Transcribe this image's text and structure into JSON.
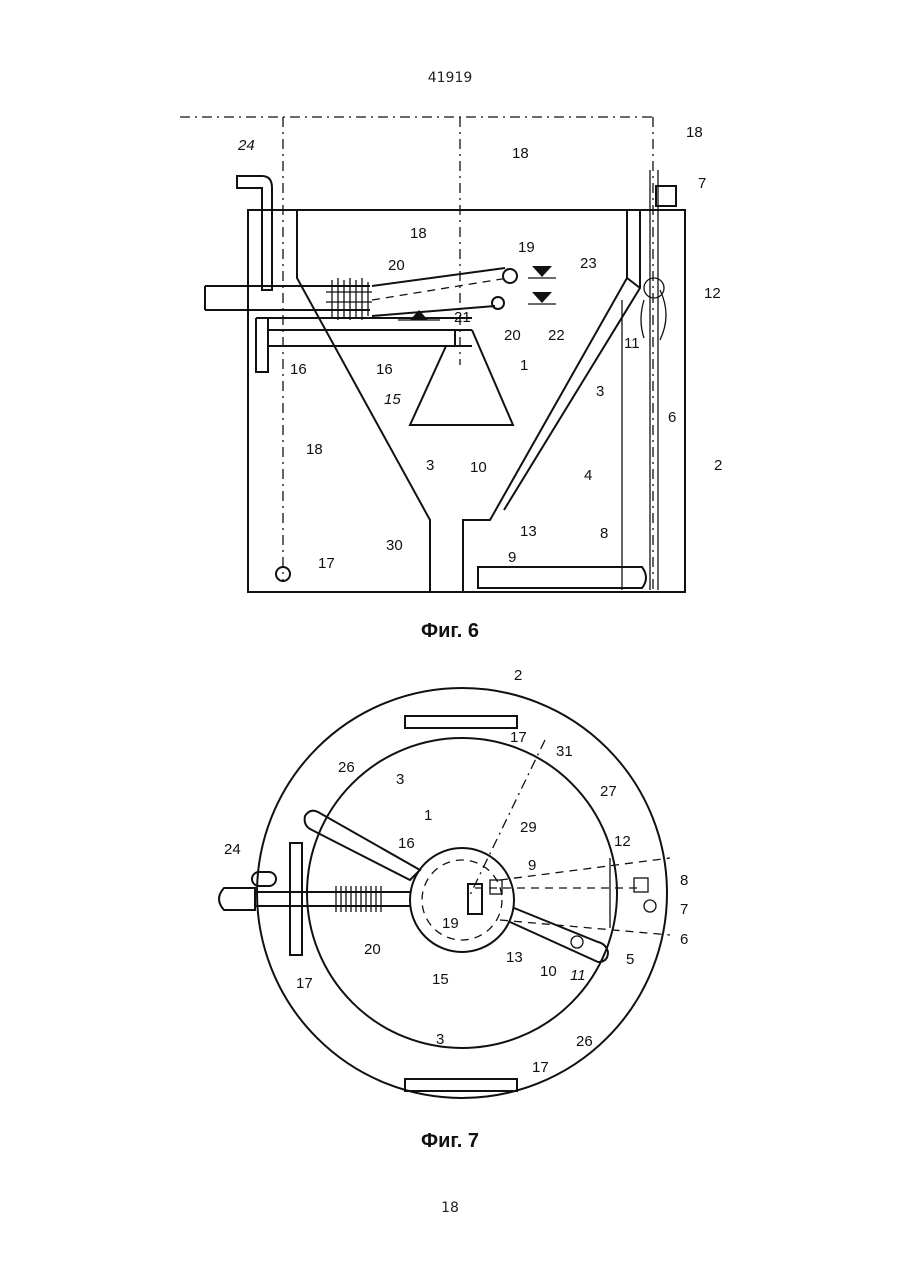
{
  "header": {
    "doc_number": "41919"
  },
  "footer": {
    "page_number": "18"
  },
  "fig6": {
    "caption": "Фиг. 6",
    "labels": {
      "l24": "24",
      "l18a": "18",
      "l18b": "18",
      "l7": "7",
      "l18c": "18",
      "l19": "19",
      "l20a": "20",
      "l23": "23",
      "l12": "12",
      "l21": "21",
      "l20b": "20",
      "l22": "22",
      "l11": "11",
      "l16a": "16",
      "l16b": "16",
      "l1": "1",
      "l15": "15",
      "l3a": "3",
      "l6": "6",
      "l18d": "18",
      "l3b": "3",
      "l10": "10",
      "l4": "4",
      "l2": "2",
      "l13": "13",
      "l8": "8",
      "l30": "30",
      "l9": "9",
      "l17": "17"
    }
  },
  "fig7": {
    "caption": "Фиг. 7",
    "labels": {
      "l2": "2",
      "l17a": "17",
      "l31": "31",
      "l26a": "26",
      "l3a": "3",
      "l27": "27",
      "l1": "1",
      "l29": "29",
      "l12": "12",
      "l16": "16",
      "l24": "24",
      "l9": "9",
      "l8": "8",
      "l7": "7",
      "l19": "19",
      "l13": "13",
      "l6": "6",
      "l20": "20",
      "l15": "15",
      "l10": "10",
      "l11": "11",
      "l5": "5",
      "l17b": "17",
      "l3b": "3",
      "l26b": "26",
      "l17c": "17"
    }
  }
}
